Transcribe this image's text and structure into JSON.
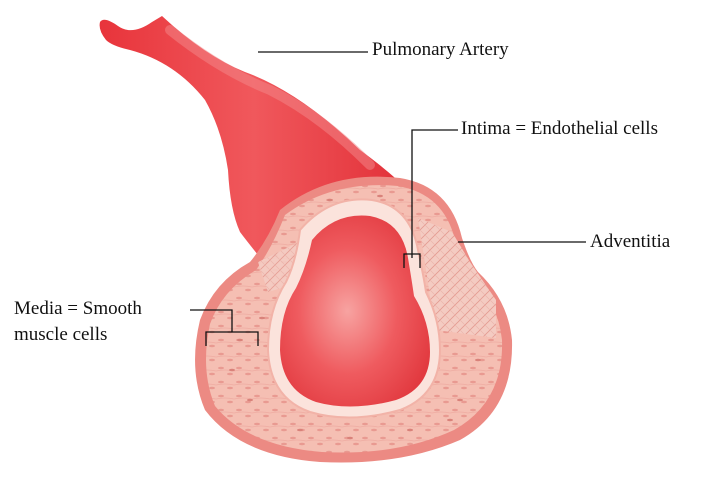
{
  "labels": {
    "pulmonary_artery": "Pulmonary Artery",
    "intima": "Intima = Endothelial cells",
    "adventitia": "Adventitia",
    "media_line1": "Media = Smooth",
    "media_line2": "muscle cells"
  },
  "colors": {
    "artery_red": "#ea3d43",
    "artery_highlight": "#f26a6e",
    "media_tissue": "#f6bcb0",
    "outer_rim": "#ec8a83",
    "lumen_wall": "#fbe3dc",
    "adventitia_tissue": "#f3c6bd",
    "leader_line": "#111111"
  }
}
